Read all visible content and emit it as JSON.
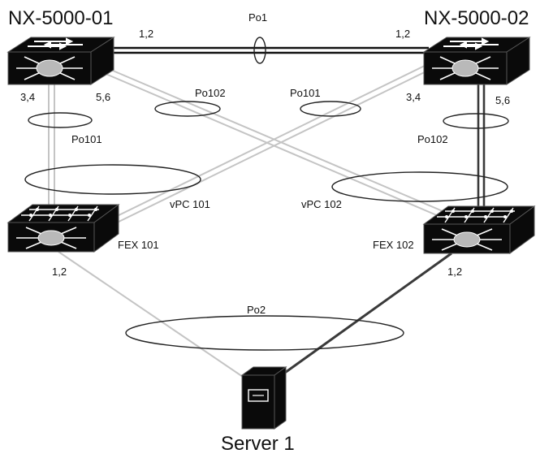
{
  "diagram": {
    "devices": {
      "nx1": "NX-5000-01",
      "nx2": "NX-5000-02",
      "fex101": "FEX 101",
      "fex102": "FEX 102",
      "server": "Server 1"
    },
    "links": {
      "po1": "Po1",
      "po1_left_ports": "1,2",
      "po1_right_ports": "1,2",
      "nx1_ports_34": "3,4",
      "nx1_ports_56": "5,6",
      "nx2_ports_34": "3,4",
      "nx2_ports_56": "5,6",
      "po102_left": "Po102",
      "po101_right": "Po101",
      "po101_left": "Po101",
      "po102_right": "Po102",
      "vpc101": "vPC 101",
      "vpc102": "vPC 102",
      "fex101_ports": "1,2",
      "fex102_ports": "1,2",
      "po2": "Po2"
    },
    "colors": {
      "link_dark": "#3a3a3a",
      "link_light": "#bdbdbd",
      "device_fill": "#0a0a0a",
      "device_icon": "#ffffff",
      "device_center": "#b9b9b9"
    }
  }
}
